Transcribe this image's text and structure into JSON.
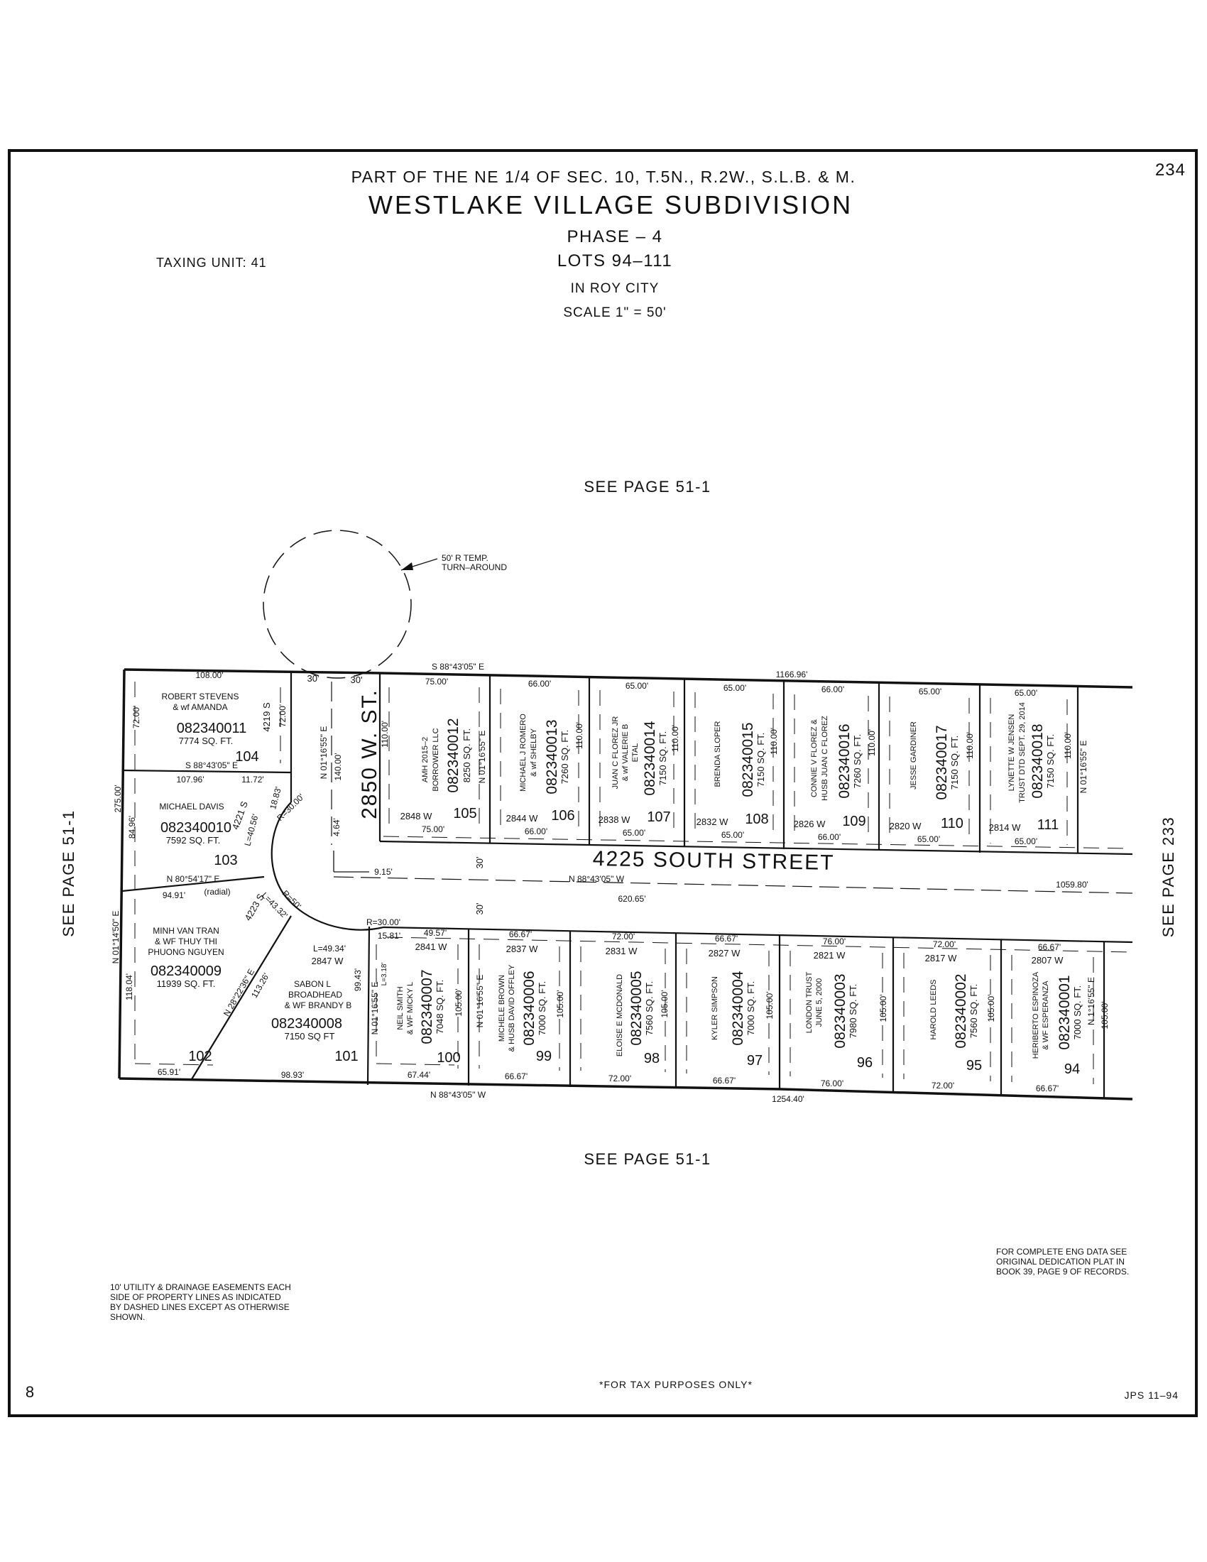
{
  "header": {
    "part_of": "PART OF THE NE 1/4 OF SEC. 10, T.5N., R.2W., S.L.B. & M.",
    "subdivision": "WESTLAKE VILLAGE SUBDIVISION",
    "phase": "PHASE – 4",
    "lots": "LOTS 94–111",
    "city": "IN ROY CITY",
    "scale": "SCALE 1\" = 50'",
    "taxing_unit": "TAXING UNIT: 41",
    "page_number": "234"
  },
  "see_page": {
    "top": "SEE PAGE 51-1",
    "bottom": "SEE PAGE 51-1",
    "left": "SEE PAGE 51-1",
    "right": "SEE PAGE 233"
  },
  "turnaround": {
    "line1": "50' R TEMP.",
    "line2": "TURN–AROUND"
  },
  "streets": {
    "south_street": "4225      SOUTH      STREET",
    "west_street": "2850 W. ST."
  },
  "north_lots": [
    {
      "lot": "105",
      "parcel": "082340012",
      "area": "8250 SQ. FT.",
      "owner": [
        "AMH 2015–2",
        "BORROWER LLC"
      ],
      "address": "2848 W",
      "front": "75.00'",
      "back": "75.00'",
      "depth": "110.00'"
    },
    {
      "lot": "106",
      "parcel": "082340013",
      "area": "7260 SQ. FT.",
      "owner": [
        "MICHAEL J ROMERO",
        "& wf SHELBY"
      ],
      "address": "2844 W",
      "front": "66.00'",
      "back": "66.00'",
      "depth": "110.00'"
    },
    {
      "lot": "107",
      "parcel": "082340014",
      "area": "7150 SQ. FT.",
      "owner": [
        "JUAN C FLOREZ JR",
        "& wf VALERIE B",
        "ETAL"
      ],
      "address": "2838 W",
      "front": "65.00'",
      "back": "65.00'",
      "depth": "110.00'"
    },
    {
      "lot": "108",
      "parcel": "082340015",
      "area": "7150 SQ. FT.",
      "owner": [
        "BRENDA SLOPER"
      ],
      "address": "2832 W",
      "front": "65.00'",
      "back": "65.00'",
      "depth": "110.00'"
    },
    {
      "lot": "109",
      "parcel": "082340016",
      "area": "7260 SQ. FT.",
      "owner": [
        "CONNIE V FLOREZ &",
        "HUSB JUAN C FLOREZ"
      ],
      "address": "2826 W",
      "front": "66.00'",
      "back": "66.00'",
      "depth": "110.00'"
    },
    {
      "lot": "110",
      "parcel": "082340017",
      "area": "7150 SQ. FT.",
      "owner": [
        "JESSE GARDINER"
      ],
      "address": "2820 W",
      "front": "65.00'",
      "back": "65.00'",
      "depth": "110.00'"
    },
    {
      "lot": "111",
      "parcel": "082340018",
      "area": "7150 SQ. FT.",
      "owner": [
        "LYNETTE W JENSEN",
        "TRUST DTD SEPT. 29, 2014"
      ],
      "address": "2814 W",
      "front": "65.00'",
      "back": "65.00'",
      "depth": "110.00'"
    }
  ],
  "south_lots": [
    {
      "lot": "100",
      "parcel": "082340007",
      "area": "7048 SQ. FT.",
      "owner": [
        "NEIL SMITH",
        "& WF MICKY L"
      ],
      "address": "2841 W",
      "front": "49.57'",
      "back": "67.44'",
      "depth": "105.00'"
    },
    {
      "lot": "99",
      "parcel": "082340006",
      "area": "7000 SQ. FT.",
      "owner": [
        "MICHELE BROWN",
        "& HUSB DAVID OFFLEY"
      ],
      "address": "2837 W",
      "front": "66.67'",
      "back": "66.67'",
      "depth": "105.00'"
    },
    {
      "lot": "98",
      "parcel": "082340005",
      "area": "7560 SQ. FT.",
      "owner": [
        "ELOISE E MCDONALD"
      ],
      "address": "2831 W",
      "front": "72.00'",
      "back": "72.00'",
      "depth": "105.00'"
    },
    {
      "lot": "97",
      "parcel": "082340004",
      "area": "7000 SQ. FT.",
      "owner": [
        "KYLER SIMPSON"
      ],
      "address": "2827 W",
      "front": "66.67'",
      "back": "66.67'",
      "depth": "105.00'"
    },
    {
      "lot": "96",
      "parcel": "082340003",
      "area": "7980 SQ. FT.",
      "owner": [
        "LONDON TRUST",
        "JUNE 5, 2000"
      ],
      "address": "2821 W",
      "front": "76.00'",
      "back": "76.00'",
      "depth": "105.00'"
    },
    {
      "lot": "95",
      "parcel": "082340002",
      "area": "7560 SQ. FT.",
      "owner": [
        "HAROLD LEEDS"
      ],
      "address": "2817 W",
      "front": "72.00'",
      "back": "72.00'",
      "depth": "105.00'"
    },
    {
      "lot": "94",
      "parcel": "082340001",
      "area": "7000 SQ. FT.",
      "owner": [
        "HERIBERTO ESPINOZA",
        "& WF ESPERANZA"
      ],
      "address": "2807 W",
      "front": "66.67'",
      "back": "66.67'",
      "depth": "105.00'"
    }
  ],
  "west_lots": {
    "lot104": {
      "lot": "104",
      "owner1": "ROBERT STEVENS",
      "owner2": "& wf AMANDA",
      "parcel": "082340011",
      "area": "7774 SQ. FT.",
      "address": "4219 S",
      "top": "108.00'",
      "bottom": "107.96'",
      "left": "72.00'",
      "right": "72.00'"
    },
    "lot103": {
      "lot": "103",
      "owner": "MICHAEL DAVIS",
      "parcel": "082340010",
      "area": "7592 SQ. FT.",
      "address": "4221 S",
      "left": "84.96'"
    },
    "lot102": {
      "lot": "102",
      "owner1": "MINH VAN TRAN",
      "owner2": "& WF THUY THI",
      "owner3": "PHUONG NGUYEN",
      "parcel": "082340009",
      "area": "11939 SQ. FT.",
      "address": "4223 S",
      "bottom": "65.91'",
      "left": "118.04'"
    },
    "lot101": {
      "lot": "101",
      "owner1": "SABON L",
      "owner2": "BROADHEAD",
      "owner3": "& WF BRANDY B",
      "parcel": "082340008",
      "area": "7150 SQ FT",
      "address": "2847 W",
      "bottom": "98.93'"
    }
  },
  "dimensions": {
    "north_total": "1166.96'",
    "south_total": "1254.40'",
    "street_total": "1059.80'",
    "street_seg": "620.65'",
    "west_overall": "275.00'",
    "lot101_side": "99.43'",
    "lot101_west": "113.26'",
    "radial": "94.91'",
    "street_jog": "9.15'",
    "stub": "4.64'",
    "st_depth": "140.00'",
    "seg_1172": "11.72'",
    "arc_1": "L=40.56'",
    "arc_2": "L=43.32'",
    "arc_3": "L=49.34'",
    "radius_50": "R=50'",
    "radius_30a": "R=30.00'",
    "radius_30b": "R=30.00'",
    "chord_1883": "18.83'",
    "chord_1581": "15.81'",
    "l318": "L=3.18'",
    "half_row_30": "30'"
  },
  "bearings": {
    "north_line": "S 88°43'05\" E",
    "south_line": "N 88°43'05\" W",
    "street_center": "N 88°43'05\" W",
    "lot104_bottom": "S 88°43'05\" E",
    "radial_line": "N 80°54'17\" E",
    "radial_note": "(radial)",
    "west_line": "N 01°14'50\" E",
    "lot101_west": "N 28°22'36\" E",
    "st_centerline": "N 01°16'55\" E",
    "north_lot_side": "N 01°16'55\" E",
    "south_lot_side": "N 01°16'55\" E",
    "east_north": "N 01°16'55\" E",
    "east_south": "N 1°16'55\" E"
  },
  "notes": {
    "easement": [
      "10' UTILITY & DRAINAGE EASEMENTS EACH",
      "SIDE OF PROPERTY LINES AS INDICATED",
      "BY DASHED LINES EXCEPT AS OTHERWISE",
      "SHOWN."
    ],
    "eng_data": [
      "FOR COMPLETE ENG DATA SEE",
      "ORIGINAL DEDICATION PLAT IN",
      "BOOK 39, PAGE 9 OF RECORDS."
    ],
    "tax_only": "*FOR TAX PURPOSES ONLY*",
    "sheet_number": "8",
    "initials": "JPS 11–94"
  }
}
